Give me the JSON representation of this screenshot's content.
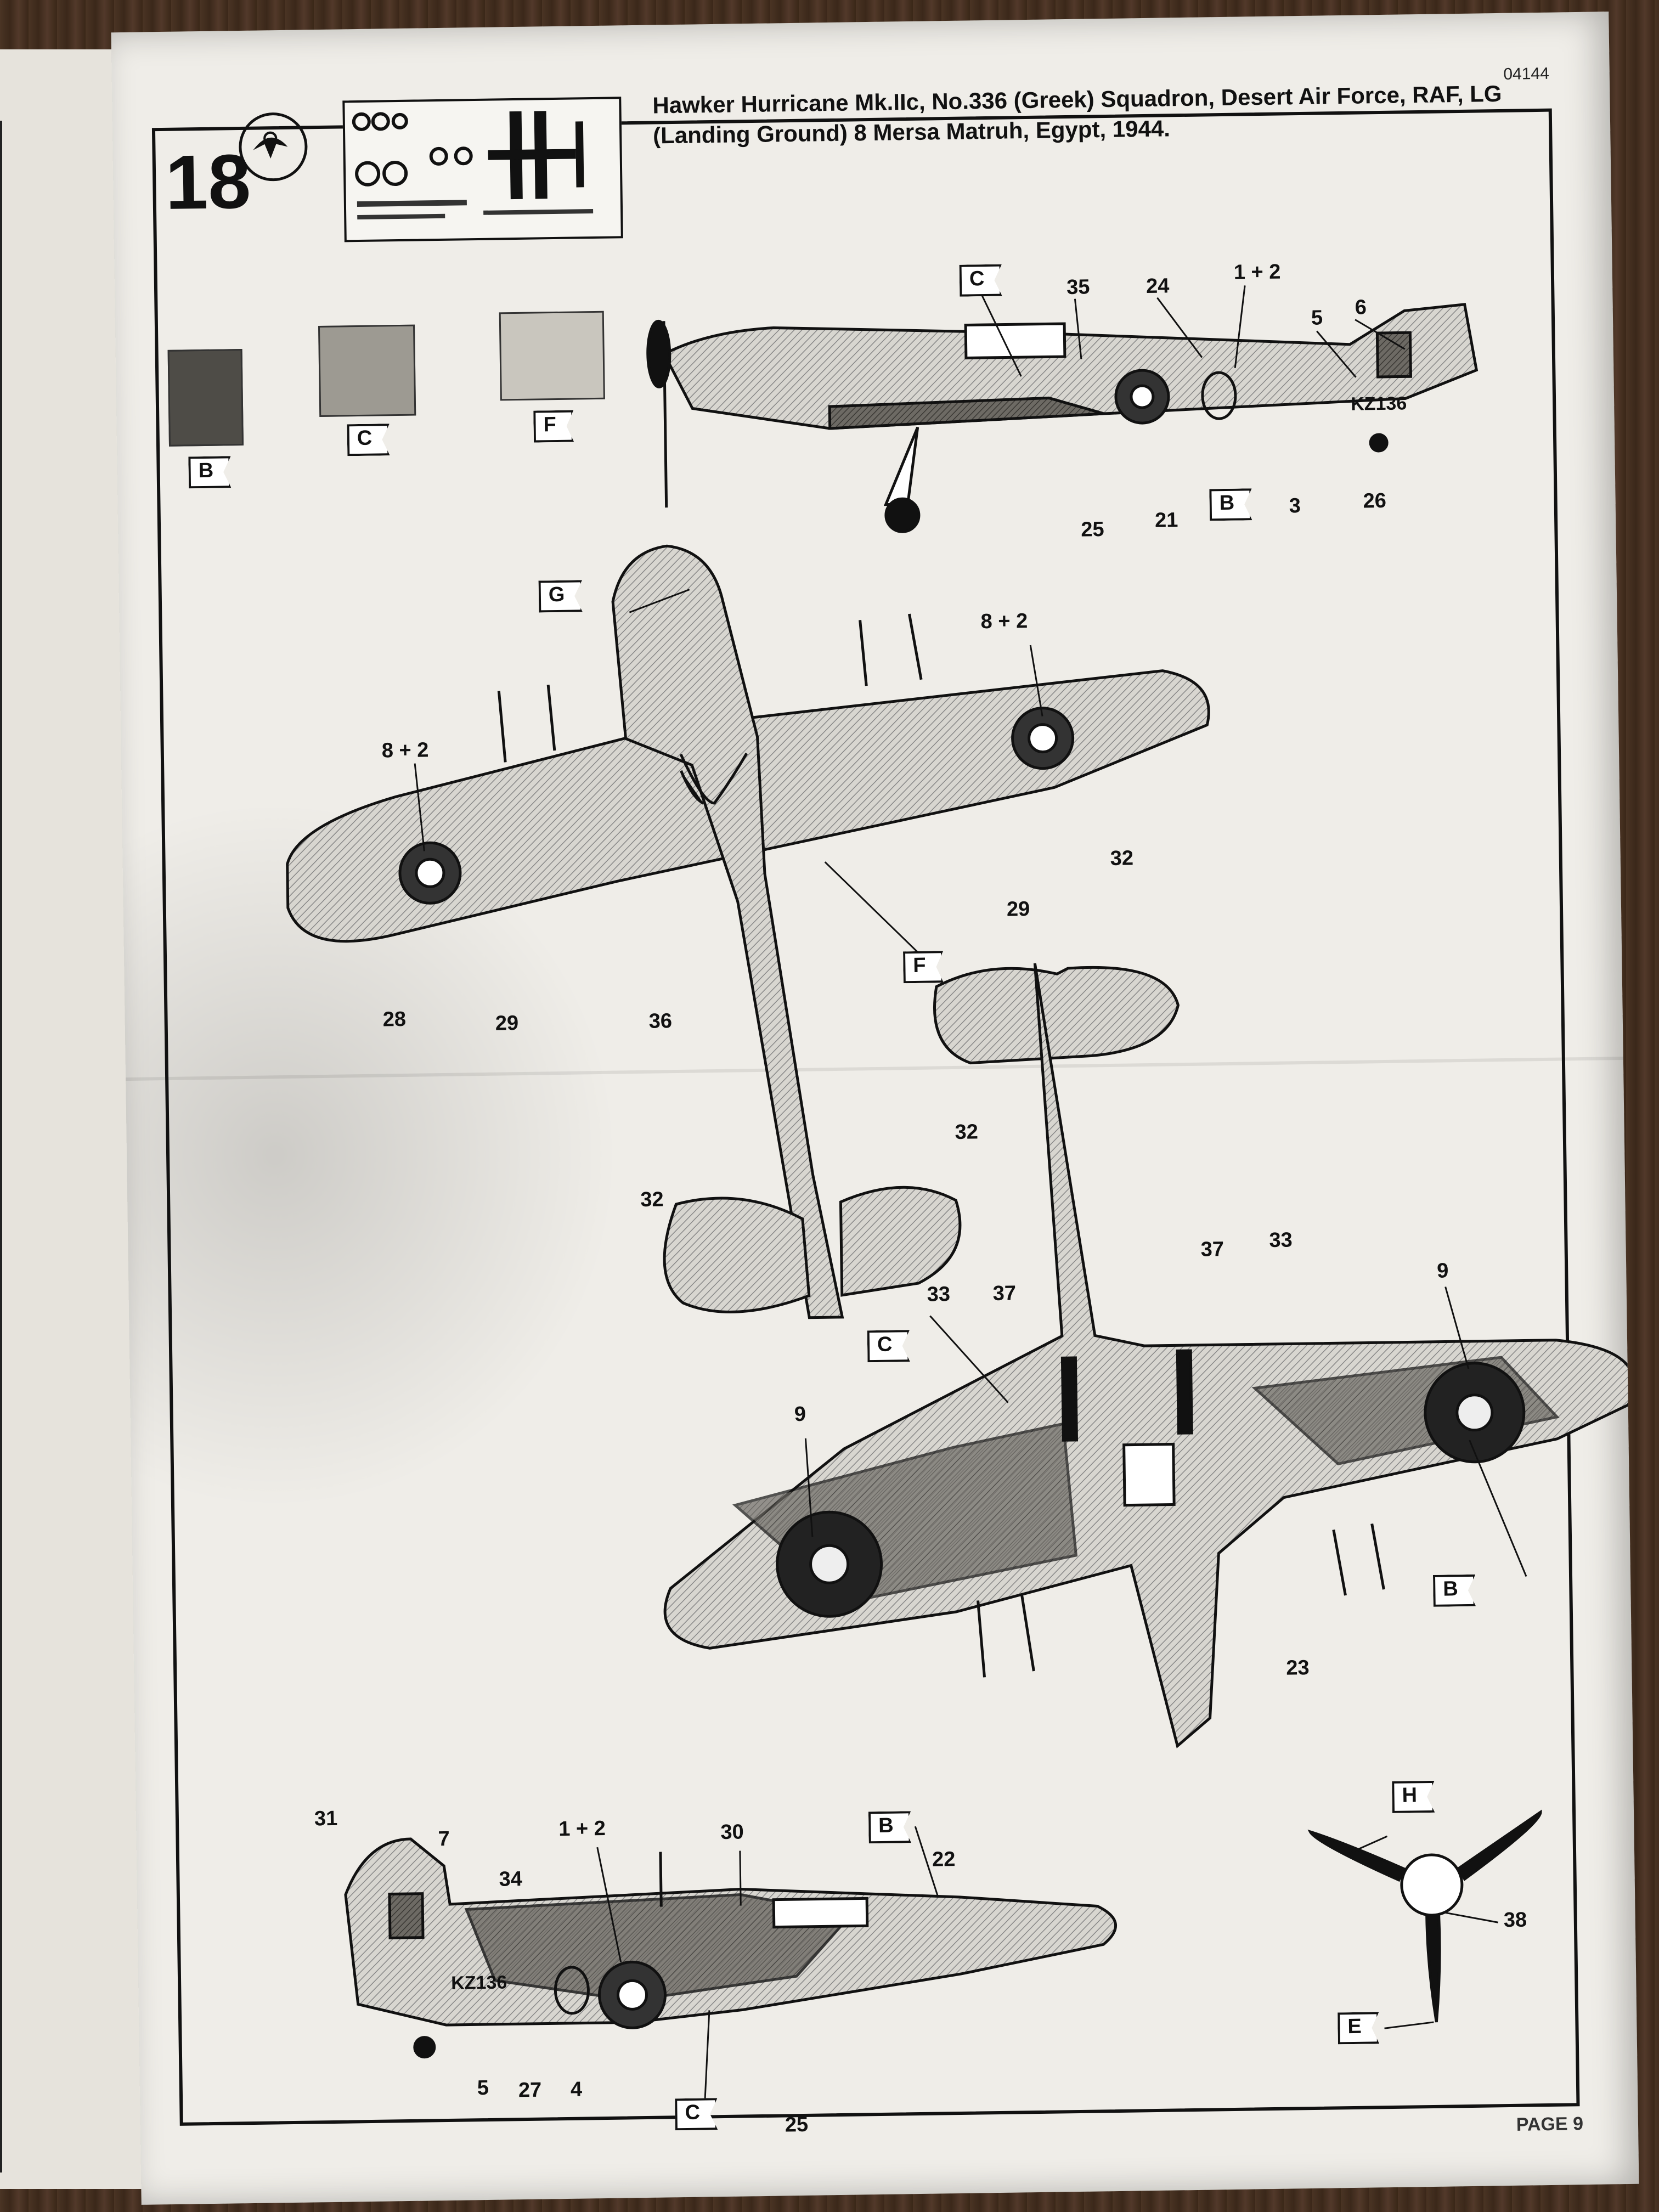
{
  "document": {
    "code": "04144",
    "step_number": "18",
    "title": "Hawker Hurricane Mk.IIc, No.336 (Greek) Squadron, Desert Air Force, RAF, LG (Landing Ground) 8 Mersa Matruh, Egypt, 1944.",
    "page_label": "PAGE 9"
  },
  "swatches": [
    {
      "letter": "B",
      "color": "#4e4c47"
    },
    {
      "letter": "C",
      "color": "#9d9a92"
    },
    {
      "letter": "F",
      "color": "#c9c6be"
    }
  ],
  "side_view_right": {
    "tags": [
      "C",
      "B"
    ],
    "numbers": [
      "35",
      "24",
      "1 + 2",
      "5",
      "6",
      "25",
      "21",
      "3",
      "26"
    ],
    "serial": "KZ136"
  },
  "underside": {
    "tags": [
      "G",
      "F"
    ],
    "numbers": [
      "8 + 2",
      "8 + 2",
      "32",
      "29",
      "28",
      "29",
      "36",
      "32",
      "32"
    ]
  },
  "topside": {
    "tags": [
      "C",
      "B"
    ],
    "numbers": [
      "37",
      "33",
      "33",
      "37",
      "9",
      "9",
      "23"
    ]
  },
  "side_view_left": {
    "tags": [
      "B",
      "C"
    ],
    "numbers": [
      "31",
      "7",
      "34",
      "1 + 2",
      "30",
      "22",
      "5",
      "27",
      "4",
      "25"
    ],
    "serial": "KZ136"
  },
  "propeller": {
    "tags": [
      "H",
      "E"
    ],
    "numbers": [
      "38"
    ]
  }
}
